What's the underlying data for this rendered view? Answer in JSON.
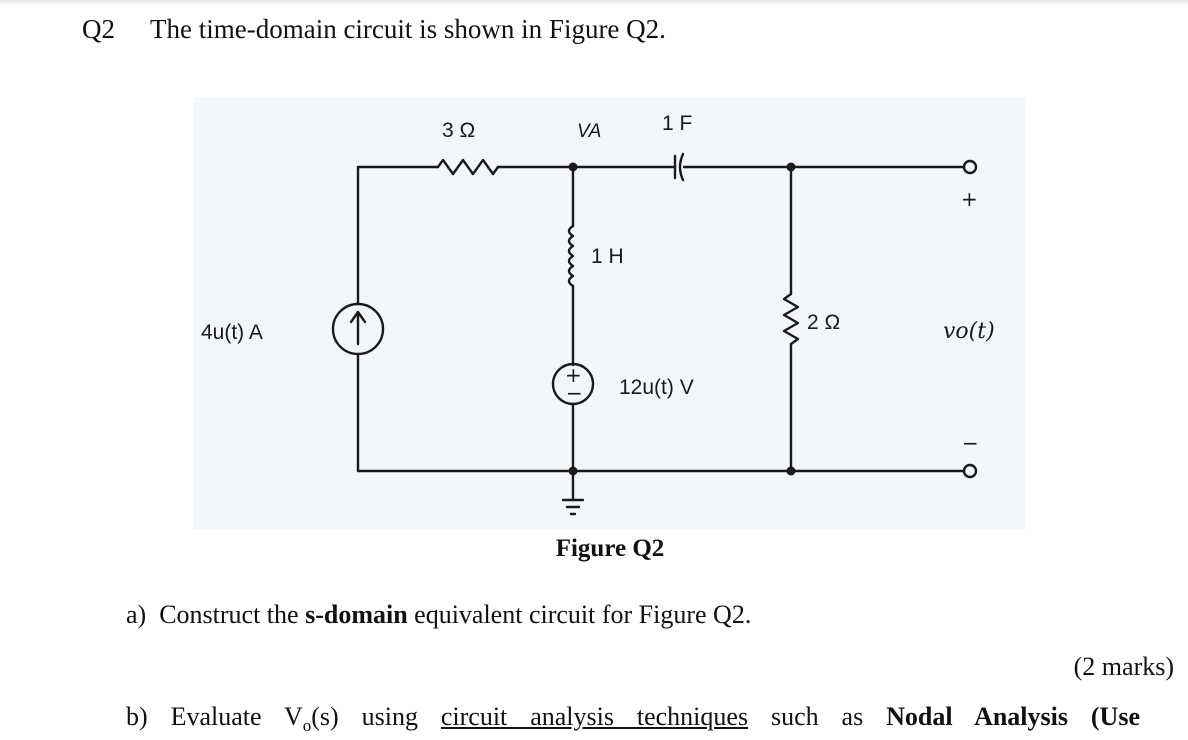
{
  "question": {
    "number": "Q2",
    "title": "The time-domain circuit is shown in Figure Q2."
  },
  "figure": {
    "caption": "Figure Q2",
    "labels": {
      "resistor_3": "3 Ω",
      "node_va": "VA",
      "capacitor_1f": "1 F",
      "inductor_1h": "1 H",
      "current_source": "4u(t) A",
      "resistor_2": "2 Ω",
      "output_voltage": "vo(t)",
      "voltage_source": "12u(t) V",
      "plus": "+",
      "minus": "−"
    }
  },
  "parts": {
    "a": {
      "label": "a)",
      "text_before": "Construct the ",
      "bold": "s-domain",
      "text_after": " equivalent circuit for Figure Q2.",
      "marks": "(2 marks)"
    },
    "b": {
      "label": "b)",
      "text_before": "Evaluate V",
      "subscript": "o",
      "text_mid": "(s) using ",
      "underlined": "circuit analysis techniques",
      "text_after": " such as ",
      "bold": "Nodal Analysis (Use"
    }
  }
}
